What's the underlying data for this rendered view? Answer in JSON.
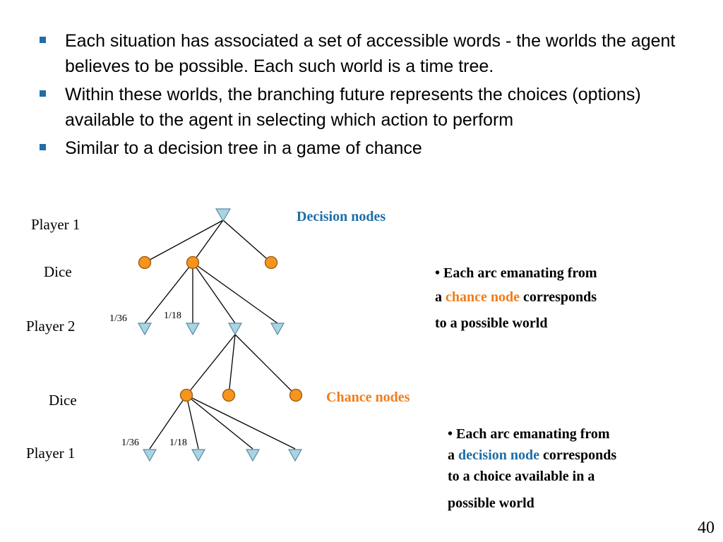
{
  "bullets": [
    "Each situation has associated a set of accessible words - the worlds the agent believes to be possible. Each such world is a time tree.",
    "Within these worlds, the branching future represents the choices (options) available to the agent in selecting which action to perform",
    "Similar to a decision tree in a game of chance"
  ],
  "diagram": {
    "row_labels": [
      "Player 1",
      "Dice",
      "Player 2",
      "Dice",
      "Player 1"
    ],
    "probabilities": [
      "1/36",
      "1/18",
      "1/36",
      "1/18"
    ],
    "decision_title": "Decision nodes",
    "chance_title": "Chance nodes",
    "note_chance": {
      "line1": "•  Each arc emanating from",
      "pre": "a ",
      "highlight": "chance node",
      "post": " corresponds",
      "line3": "to a possible world"
    },
    "note_decision": {
      "line1": "•  Each arc emanating from",
      "pre": "a ",
      "highlight": "decision node",
      "post": " corresponds",
      "line3": "to a choice available in a",
      "line4": "possible world"
    },
    "colors": {
      "decision_fill": "#a8d4e6",
      "decision_stroke": "#5a8aa0",
      "chance_fill": "#f7941d",
      "chance_stroke": "#9a5a10",
      "decision_text": "#1f6ea8",
      "chance_text": "#f07d1b"
    }
  },
  "slide_number": "40"
}
